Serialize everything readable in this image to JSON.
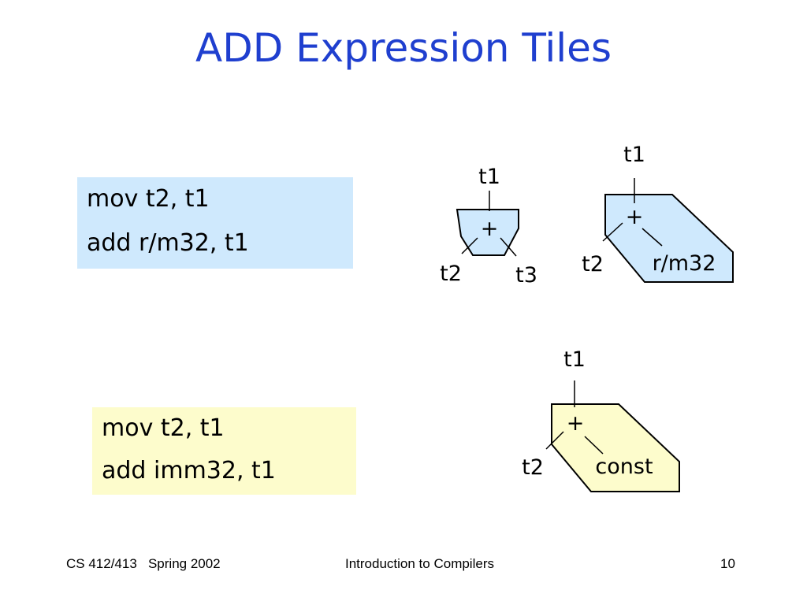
{
  "slide": {
    "title": "ADD Expression Tiles"
  },
  "code_blocks": [
    {
      "lines": [
        "mov t2, t1",
        "add r/m32, t1"
      ],
      "color": "#cfe9fd"
    },
    {
      "lines": [
        "mov t2, t1",
        "add imm32, t1"
      ],
      "color": "#fdfccc"
    }
  ],
  "tiles": {
    "reg_reg": {
      "top": "t1",
      "op": "+",
      "left": "t2",
      "right": "t3"
    },
    "reg_mem": {
      "top": "t1",
      "op": "+",
      "left": "t2",
      "right": "r/m32"
    },
    "reg_imm": {
      "top": "t1",
      "op": "+",
      "left": "t2",
      "right": "const"
    }
  },
  "colors": {
    "title": "#1f3fcf",
    "tile_blue": "#cfe9fd",
    "tile_yellow": "#fdfccc"
  },
  "footer": {
    "course": "CS 412/413   Spring 2002",
    "subject": "Introduction to Compilers",
    "page": "10"
  }
}
